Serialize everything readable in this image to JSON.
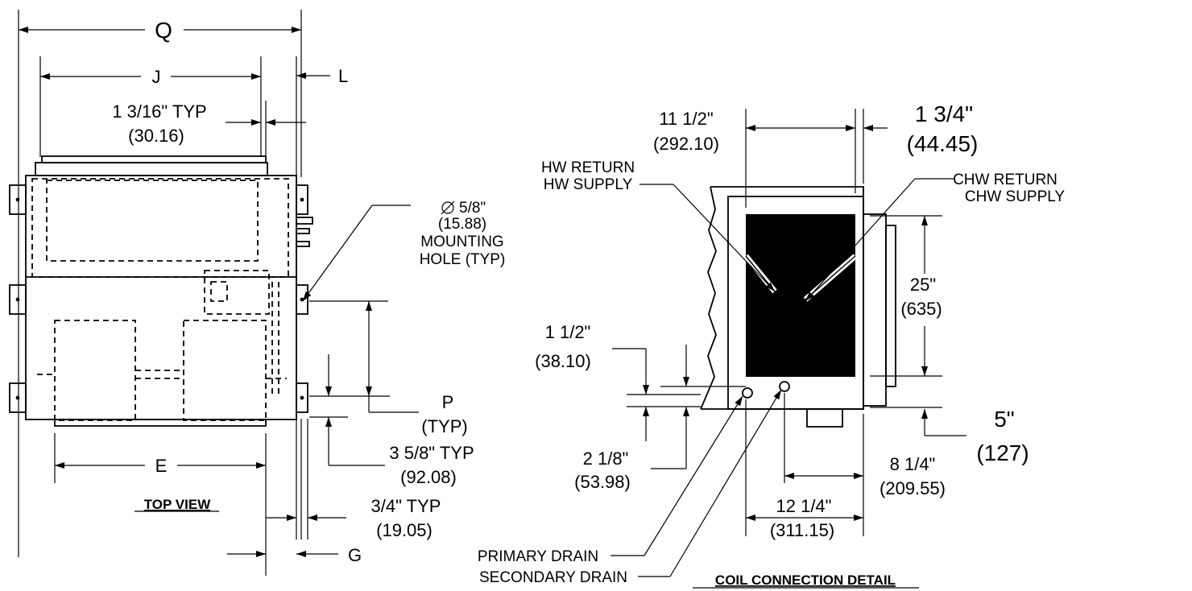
{
  "top_view": {
    "title": "TOP VIEW",
    "dim_q": "Q",
    "dim_j": "J",
    "dim_l": "L",
    "dim_e": "E",
    "dim_g": "G",
    "flange": {
      "line1": "1 3/16\" TYP",
      "line2": "(30.16)"
    },
    "mounting_hole": {
      "line1": "5/8\"",
      "line2": "(15.88)",
      "line3": "MOUNTING",
      "line4": "HOLE (TYP)"
    },
    "dim_p": {
      "line1": "P",
      "line2": "(TYP)"
    },
    "bracket_spacing": {
      "line1": "3 5/8\" TYP",
      "line2": "(92.08)"
    },
    "bracket_depth": {
      "line1": "3/4\" TYP",
      "line2": "(19.05)"
    }
  },
  "coil_detail": {
    "title": "COIL CONNECTION DETAIL",
    "width_top": {
      "line1": "11 1/2\"",
      "line2": "(292.10)"
    },
    "offset_top": {
      "line1": "1 3/4\"",
      "line2": "(44.45)"
    },
    "hw_labels": {
      "line1": "HW RETURN",
      "line2": "HW SUPPLY"
    },
    "chw_labels": {
      "line1": "CHW RETURN",
      "line2": "CHW SUPPLY"
    },
    "height": {
      "line1": "25\"",
      "line2": "(635)"
    },
    "drain_up": {
      "line1": "1 1/2\"",
      "line2": "(38.10)"
    },
    "drain_down": {
      "line1": "2 1/8\"",
      "line2": "(53.98)"
    },
    "bottom_off": {
      "line1": "5\"",
      "line2": "(127)"
    },
    "side_dim": {
      "line1": "8 1/4\"",
      "line2": "(209.55)"
    },
    "bottom_width": {
      "line1": "12 1/4\"",
      "line2": "(311.15)"
    },
    "primary_drain": "PRIMARY DRAIN",
    "secondary_drain": "SECONDARY DRAIN"
  }
}
